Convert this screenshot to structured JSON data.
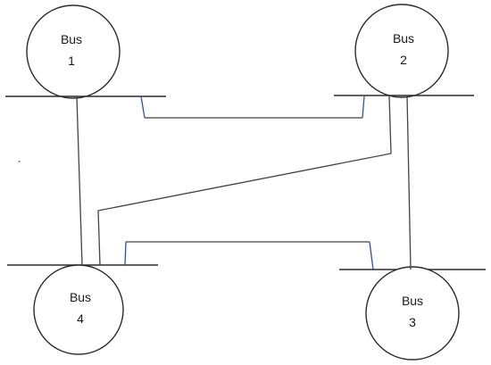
{
  "buses": [
    {
      "id": "bus-1",
      "line1": "Bus",
      "line2": "1"
    },
    {
      "id": "bus-2",
      "line1": "Bus",
      "line2": "2"
    },
    {
      "id": "bus-3",
      "line1": "Bus",
      "line2": "3"
    },
    {
      "id": "bus-4",
      "line1": "Bus",
      "line2": "4"
    }
  ],
  "colors": {
    "line": "#444444",
    "accent": "#2f4fae",
    "outline": "#2b2b2b"
  }
}
